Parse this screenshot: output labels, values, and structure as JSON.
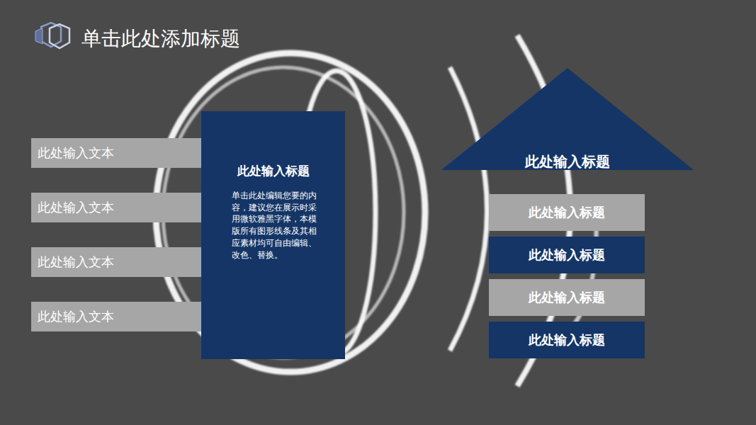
{
  "diagram": {
    "title": "单击此处添加标题",
    "nodes": [
      {
        "text": [
          "此处输入文本"
        ]
      },
      {
        "text": [
          "此处输入文本"
        ]
      },
      {
        "text": [
          "此处输入文本"
        ]
      },
      {
        "text": [
          "此处输入文本"
        ]
      },
      {
        "text": [
          "此处输入标题",
          "单击此处编辑您要的内容，建议您在展示时采用微软雅黑字体，本模版所有图形线条及其相应素材均可自由编辑、改色、替换。"
        ]
      },
      {
        "text": [
          "此处输入标题"
        ]
      },
      {
        "text": [
          "此处输入标题"
        ]
      },
      {
        "text": [
          "此处输入标题"
        ]
      },
      {
        "text": [
          "此处输入标题"
        ]
      },
      {
        "text": [
          "此处输入标题"
        ]
      }
    ]
  }
}
